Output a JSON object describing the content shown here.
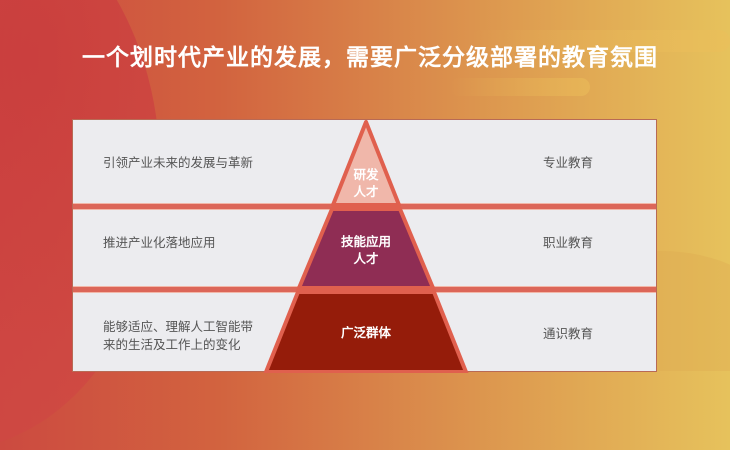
{
  "title": "一个划时代产业的发展，需要广泛分级部署的教育氛围",
  "rows": [
    {
      "description": "引领产业未来的发展与革新",
      "tier_line1": "研发",
      "tier_line2": "人才",
      "education": "专业教育",
      "tier_color": "#f0b7aa"
    },
    {
      "description": "推进产业化落地应用",
      "tier_line1": "技能应用",
      "tier_line2": "人才",
      "education": "职业教育",
      "tier_color": "#8f2d54"
    },
    {
      "description_line1": "能够适应、理解人工智能带",
      "description_line2": "来的生活及工作上的变化",
      "tier_line1": "广泛群体",
      "education": "通识教育",
      "tier_color": "#951c0a"
    }
  ],
  "colors": {
    "pyramid_outline": "#e0604e",
    "divider": "#dc6658",
    "cell_bg": "#ececef"
  }
}
